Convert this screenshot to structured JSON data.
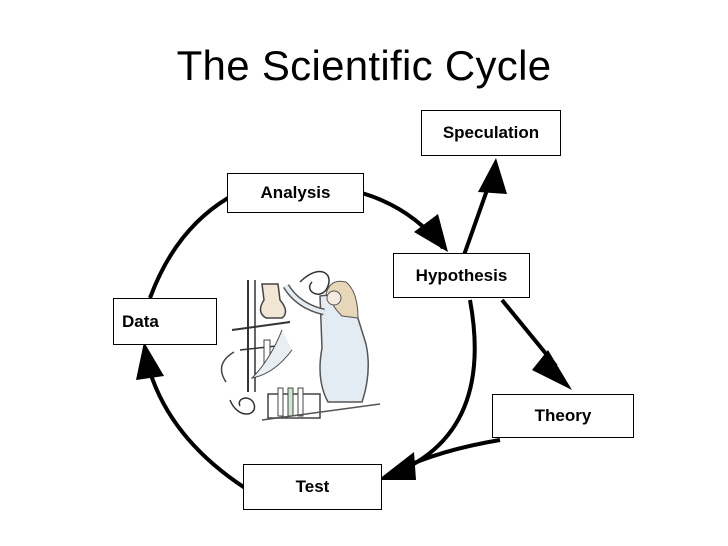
{
  "title": "The Scientific Cycle",
  "nodes": {
    "speculation": "Speculation",
    "analysis": "Analysis",
    "hypothesis": "Hypothesis",
    "data": "Data",
    "theory": "Theory",
    "test": "Test"
  },
  "colors": {
    "line": "#000000",
    "text": "#000000",
    "background": "#ffffff",
    "illustration_fill": "#e3ecf2",
    "illustration_hair": "#e8d6b8"
  }
}
